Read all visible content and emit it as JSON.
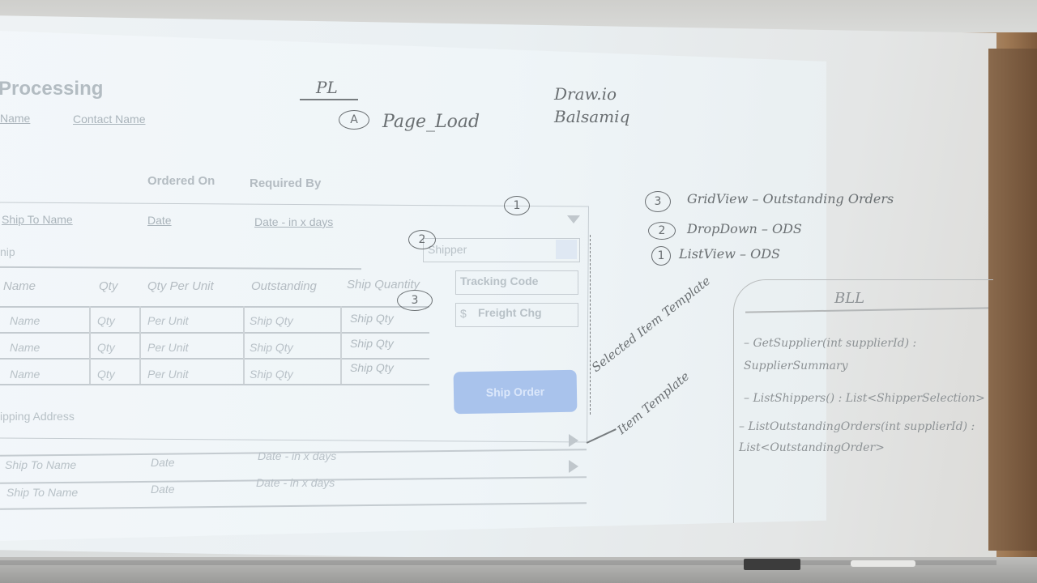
{
  "mockup": {
    "title": "Processing",
    "filters": [
      "Name",
      "Contact Name"
    ],
    "header_cols": [
      "Ordered On",
      "Required By"
    ],
    "expanded_row": {
      "name": "Ship To Name",
      "date": "Date",
      "required": "Date - in x days"
    },
    "notes_field": "nip",
    "columns": [
      "Name",
      "Qty",
      "Qty Per Unit",
      "Outstanding",
      "Ship Quantity"
    ],
    "rows": [
      {
        "name": "Name",
        "qty": "Qty",
        "per_unit": "Per Unit",
        "outstanding": "Ship Qty",
        "ship": "Ship Qty"
      },
      {
        "name": "Name",
        "qty": "Qty",
        "per_unit": "Per Unit",
        "outstanding": "Ship Qty",
        "ship": "Ship Qty"
      },
      {
        "name": "Name",
        "qty": "Qty",
        "per_unit": "Per Unit",
        "outstanding": "Ship Qty",
        "ship": "Ship Qty"
      }
    ],
    "shipper_placeholder": "Shipper",
    "tracking_placeholder": "Tracking Code",
    "freight_label": "Freight Chg",
    "freight_prefix": "$",
    "ship_button": "Ship Order",
    "shipping_address": "ipping Address",
    "collapsed_rows": [
      {
        "name": "Ship To Name",
        "date": "Date",
        "required": "Date - in x days"
      },
      {
        "name": "Ship To Name",
        "date": "Date",
        "required": "Date - in x days"
      }
    ]
  },
  "annotations": {
    "pl": "PL",
    "page_load_marker": "A",
    "page_load": "Page_Load",
    "tools": [
      "Draw.io",
      "Balsamiq"
    ],
    "circle_1": "1",
    "circle_2": "2",
    "circle_3": "3",
    "controls": [
      {
        "num": "3",
        "text": "GridView – Outstanding Orders"
      },
      {
        "num": "2",
        "text": "DropDown – ODS"
      },
      {
        "num": "1",
        "text": "ListView – ODS"
      }
    ],
    "selected_template": "Selected Item Template",
    "item_template": "Item Template",
    "bll_title": "BLL",
    "bll_items": [
      "– GetSupplier(int supplierId) : SupplierSummary",
      "– ListShippers() : List<ShipperSelection>",
      "– ListOutstandingOrders(int supplierId) : List<OutstandingOrder>"
    ]
  }
}
